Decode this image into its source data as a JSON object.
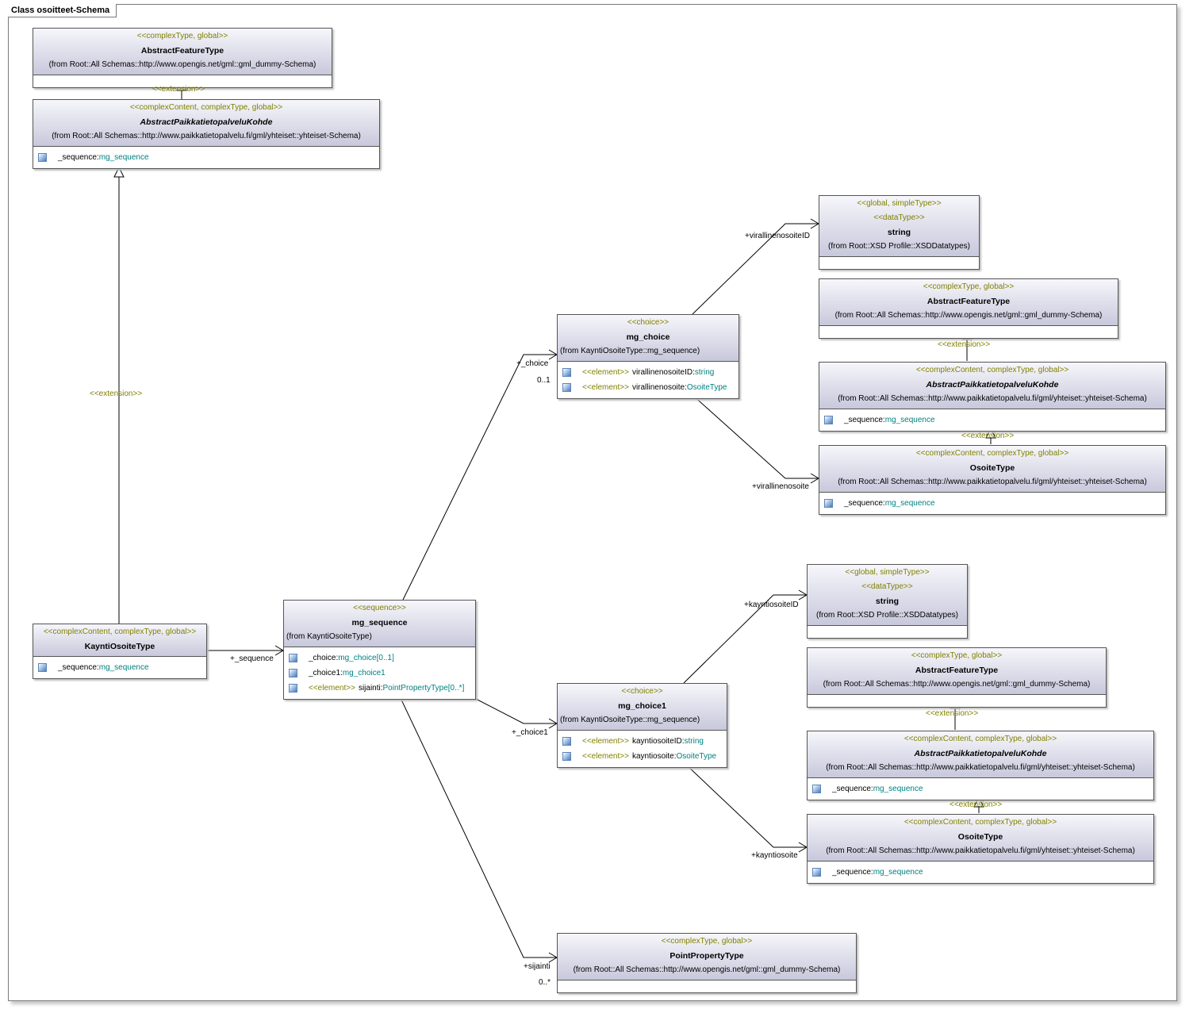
{
  "frame": {
    "title": "Class osoitteet-Schema"
  },
  "classes": {
    "c1": {
      "stereo": "<<complexType, global>>",
      "name": "AbstractFeatureType",
      "from": "(from Root::All Schemas::http://www.opengis.net/gml::gml_dummy-Schema)"
    },
    "c2": {
      "stereo": "<<complexContent, complexType, global>>",
      "name": "AbstractPaikkatietopalveluKohde",
      "from": "(from Root::All Schemas::http://www.paikkatietopalvelu.fi/gml/yhteiset::yhteiset-Schema)",
      "attrs": [
        {
          "name": "_sequence:",
          "type": "mg_sequence"
        }
      ]
    },
    "c3": {
      "stereo": "<<complexContent, complexType, global>>",
      "name": "KayntiOsoiteType",
      "attrs": [
        {
          "name": "_sequence:",
          "type": "mg_sequence"
        }
      ]
    },
    "c4": {
      "stereo": "<<sequence>>",
      "name": "mg_sequence",
      "from": "(from KayntiOsoiteType)",
      "attrs": [
        {
          "name": "_choice:",
          "type": "mg_choice[0..1]"
        },
        {
          "name": "_choice1:",
          "type": "mg_choice1"
        },
        {
          "es": "<<element>>",
          "name": "sijainti:",
          "type": "PointPropertyType[0..*]"
        }
      ]
    },
    "c5": {
      "stereo": "<<choice>>",
      "name": "mg_choice",
      "from": "(from KayntiOsoiteType::mg_sequence)",
      "attrs": [
        {
          "es": "<<element>>",
          "name": "virallinenosoiteID:",
          "type": "string"
        },
        {
          "es": "<<element>>",
          "name": "virallinenosoite:",
          "type": "OsoiteType"
        }
      ]
    },
    "c6": {
      "stereo": "<<choice>>",
      "name": "mg_choice1",
      "from": "(from KayntiOsoiteType::mg_sequence)",
      "attrs": [
        {
          "es": "<<element>>",
          "name": "kayntiosoiteID:",
          "type": "string"
        },
        {
          "es": "<<element>>",
          "name": "kayntiosoite:",
          "type": "OsoiteType"
        }
      ]
    },
    "c7": {
      "stereo": "<<complexType, global>>",
      "name": "PointPropertyType",
      "from": "(from Root::All Schemas::http://www.opengis.net/gml::gml_dummy-Schema)"
    },
    "c8": {
      "stereo": "<<global, simpleType>>",
      "stereo2": "<<dataType>>",
      "name": "string",
      "from": "(from Root::XSD Profile::XSDDatatypes)"
    },
    "c9": {
      "stereo": "<<complexType, global>>",
      "name": "AbstractFeatureType",
      "from": "(from Root::All Schemas::http://www.opengis.net/gml::gml_dummy-Schema)"
    },
    "c10": {
      "stereo": "<<complexContent, complexType, global>>",
      "name": "AbstractPaikkatietopalveluKohde",
      "from": "(from Root::All Schemas::http://www.paikkatietopalvelu.fi/gml/yhteiset::yhteiset-Schema)",
      "attrs": [
        {
          "name": "_sequence:",
          "type": "mg_sequence"
        }
      ]
    },
    "c11": {
      "stereo": "<<complexContent, complexType, global>>",
      "name": "OsoiteType",
      "from": "(from Root::All Schemas::http://www.paikkatietopalvelu.fi/gml/yhteiset::yhteiset-Schema)",
      "attrs": [
        {
          "name": "_sequence:",
          "type": "mg_sequence"
        }
      ]
    },
    "c12": {
      "stereo": "<<global, simpleType>>",
      "stereo2": "<<dataType>>",
      "name": "string",
      "from": "(from Root::XSD Profile::XSDDatatypes)"
    },
    "c13": {
      "stereo": "<<complexType, global>>",
      "name": "AbstractFeatureType",
      "from": "(from Root::All Schemas::http://www.opengis.net/gml::gml_dummy-Schema)"
    },
    "c14": {
      "stereo": "<<complexContent, complexType, global>>",
      "name": "AbstractPaikkatietopalveluKohde",
      "from": "(from Root::All Schemas::http://www.paikkatietopalvelu.fi/gml/yhteiset::yhteiset-Schema)",
      "attrs": [
        {
          "name": "_sequence:",
          "type": "mg_sequence"
        }
      ]
    },
    "c15": {
      "stereo": "<<complexContent, complexType, global>>",
      "name": "OsoiteType",
      "from": "(from Root::All Schemas::http://www.paikkatietopalvelu.fi/gml/yhteiset::yhteiset-Schema)",
      "attrs": [
        {
          "name": "_sequence:",
          "type": "mg_sequence"
        }
      ]
    }
  },
  "labels": {
    "ext1": "<<extension>>",
    "ext2": "<<extension>>",
    "ext3": "<<extension>>",
    "ext4": "<<extension>>",
    "ext5": "<<extension>>",
    "ext6": "<<extension>>",
    "role_sequence": "+_sequence",
    "role_choice": "+_choice",
    "mult_choice": "0..1",
    "role_choice1": "+_choice1",
    "role_sijainti": "+sijainti",
    "mult_sijainti": "0..*",
    "role_virallinenosoiteID": "+virallinenosoiteID",
    "role_virallinenosoite": "+virallinenosoite",
    "role_kayntiosoiteID": "+kayntiosoiteID",
    "role_kayntiosoite": "+kayntiosoite"
  }
}
